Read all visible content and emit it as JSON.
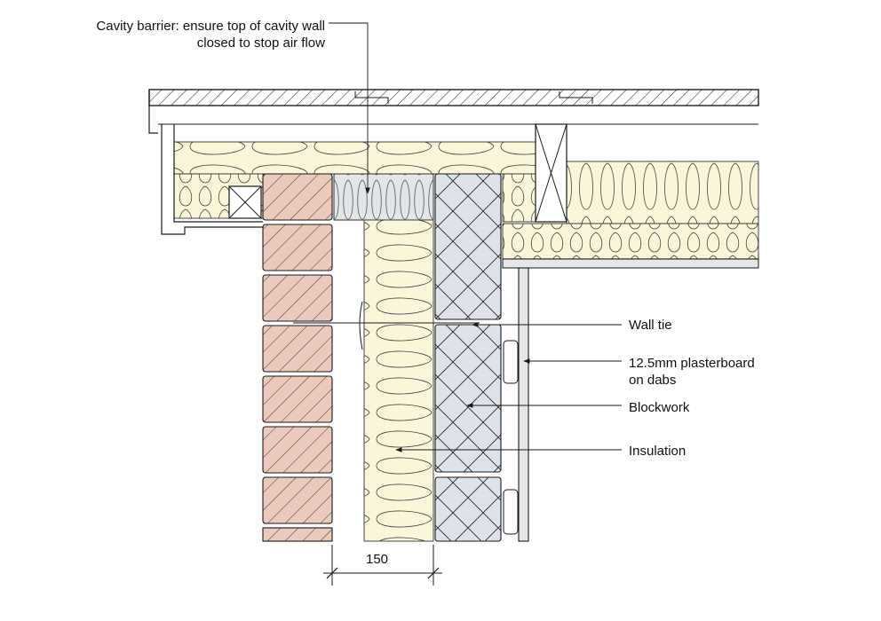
{
  "labels": {
    "cavity_barrier": "Cavity barrier: ensure top of cavity wall closed to stop air flow",
    "wall_tie": "Wall tie",
    "plasterboard_line1": "12.5mm plasterboard",
    "plasterboard_line2": "on dabs",
    "blockwork": "Blockwork",
    "insulation": "Insulation",
    "dimension": "150"
  },
  "colors": {
    "line": "#1a1a1a",
    "brick_fill": "#ecc9bd",
    "insulation_fill": "#fbf6d9",
    "blockwork_fill": "#dde3e8",
    "barrier_fill": "#e3e6e9",
    "plasterboard_fill": "#e6e6e6"
  }
}
